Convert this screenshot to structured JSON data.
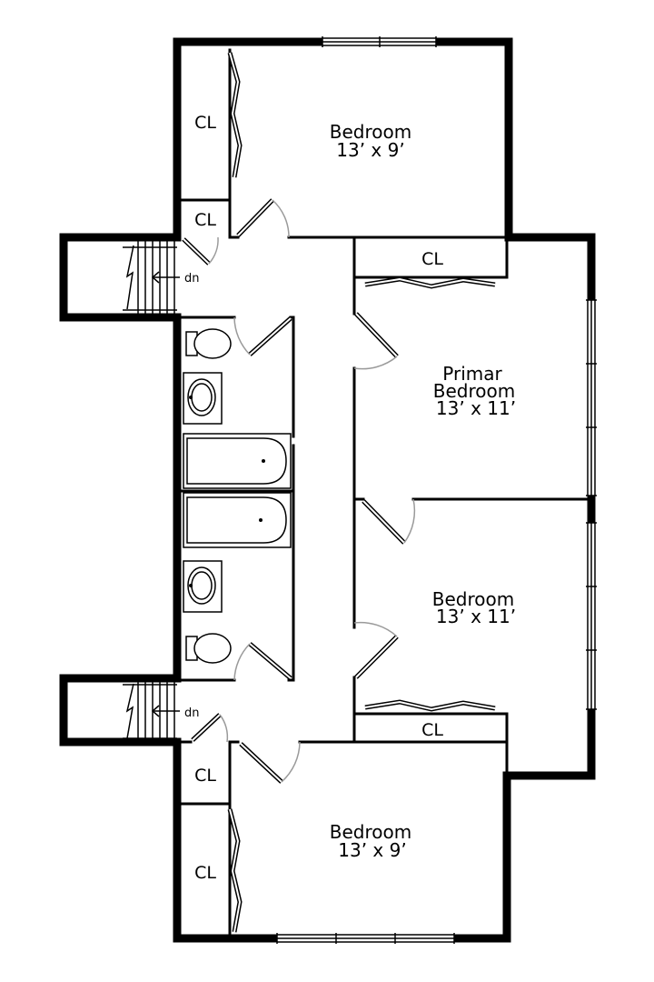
{
  "rooms": {
    "bedroom_top": {
      "name": "Bedroom",
      "size": "13’ x 9’"
    },
    "primary_bedroom": {
      "name_line1": "Primar",
      "name_line2": "Bedroom",
      "size": "13’ x 11’"
    },
    "bedroom_middle": {
      "name": "Bedroom",
      "size": "13’ x 11’"
    },
    "bedroom_bottom": {
      "name": "Bedroom",
      "size": "13’ x 9’"
    }
  },
  "closets": {
    "top_left_large": "CL",
    "top_left_small": "CL",
    "primary": "CL",
    "middle_bedroom": "CL",
    "bottom_left_small": "CL",
    "bottom_left_large": "CL"
  },
  "stairs": {
    "top": "dn",
    "bottom": "dn"
  },
  "colors": {
    "wall": "#000000",
    "background": "#ffffff",
    "door_swing": "#9a9a9a"
  }
}
